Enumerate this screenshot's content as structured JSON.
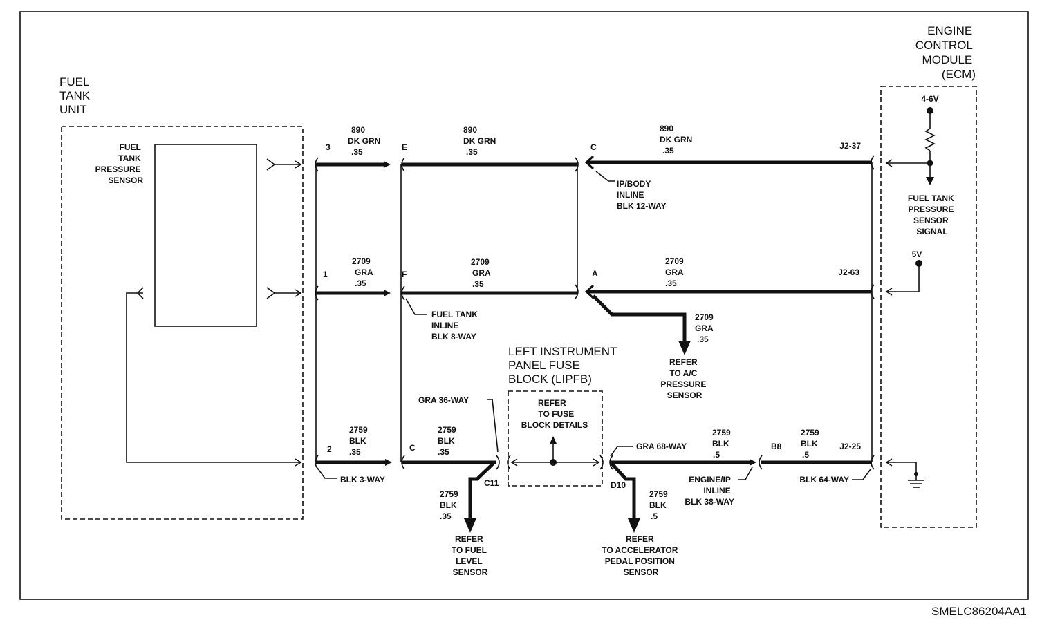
{
  "components": {
    "fuel_tank_unit": [
      "FUEL",
      "TANK",
      "UNIT"
    ],
    "fuel_tank_pressure_sensor": [
      "FUEL",
      "TANK",
      "PRESSURE",
      "SENSOR"
    ],
    "ecm": [
      "ENGINE",
      "CONTROL",
      "MODULE",
      "(ECM)"
    ],
    "lipfb": [
      "LEFT INSTRUMENT",
      "PANEL FUSE",
      "BLOCK (LIPFB)"
    ],
    "lipfb_note": [
      "REFER",
      "TO FUSE",
      "BLOCK DETAILS"
    ]
  },
  "ecm_internal": {
    "ref_voltage": "4-6V",
    "signal_label": [
      "FUEL TANK",
      "PRESSURE",
      "SENSOR",
      "SIGNAL"
    ],
    "five_volt": "5V"
  },
  "pins": {
    "p3": "3",
    "p1": "1",
    "p2": "2",
    "E": "E",
    "F": "F",
    "C_left": "C",
    "C_mid": "C",
    "A": "A",
    "J2_37": "J2-37",
    "J2_63": "J2-63",
    "J2_25": "J2-25",
    "C11": "C11",
    "D10": "D10",
    "B8": "B8"
  },
  "wires": {
    "w890_a": [
      "890",
      "DK GRN",
      ".35"
    ],
    "w890_b": [
      "890",
      "DK GRN",
      ".35"
    ],
    "w890_c": [
      "890",
      "DK GRN",
      ".35"
    ],
    "w2709_a": [
      "2709",
      "GRA",
      ".35"
    ],
    "w2709_b": [
      "2709",
      "GRA",
      ".35"
    ],
    "w2709_c": [
      "2709",
      "GRA",
      ".35"
    ],
    "w2709_d": [
      "2709",
      "GRA",
      ".35"
    ],
    "w2759_a": [
      "2759",
      "BLK",
      ".35"
    ],
    "w2759_b": [
      "2759",
      "BLK",
      ".35"
    ],
    "w2759_c": [
      "2759",
      "BLK",
      ".35"
    ],
    "w2759_d": [
      "2759",
      "BLK",
      ".5"
    ],
    "w2759_e": [
      "2759",
      "BLK",
      ".5"
    ],
    "w2759_f": [
      "2759",
      "BLK",
      ".5"
    ]
  },
  "connectors": {
    "ip_body": [
      "IP/BODY",
      "INLINE",
      "BLK 12-WAY"
    ],
    "fuel_tank_inline": [
      "FUEL TANK",
      "INLINE",
      "BLK 8-WAY"
    ],
    "blk3": "BLK 3-WAY",
    "gra36": "GRA 36-WAY",
    "gra68": "GRA 68-WAY",
    "engine_ip": [
      "ENGINE/IP",
      "INLINE",
      "BLK 38-WAY"
    ],
    "blk64": "BLK 64-WAY"
  },
  "refs": {
    "ac": [
      "REFER",
      "TO A/C",
      "PRESSURE",
      "SENSOR"
    ],
    "fuel_level": [
      "REFER",
      "TO FUEL",
      "LEVEL",
      "SENSOR"
    ],
    "accel": [
      "REFER",
      "TO ACCELERATOR",
      "PEDAL POSITION",
      "SENSOR"
    ]
  },
  "diagram_id": "SMELC86204AA1"
}
